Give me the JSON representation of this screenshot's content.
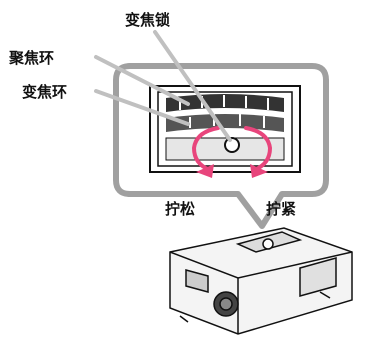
{
  "labels": {
    "zoom_lock": "变焦锁",
    "focus_ring": "聚焦环",
    "zoom_ring": "变焦环",
    "loosen": "拧松",
    "tighten": "拧紧"
  },
  "colors": {
    "callout_frame": "#a0a0a0",
    "arrow": "#e8457c",
    "leader_line": "#c0c0c0",
    "text": "#111111"
  },
  "icons": {
    "rotation_arrows": "curved-double-arrow-icon",
    "projector": "projector-icon"
  }
}
